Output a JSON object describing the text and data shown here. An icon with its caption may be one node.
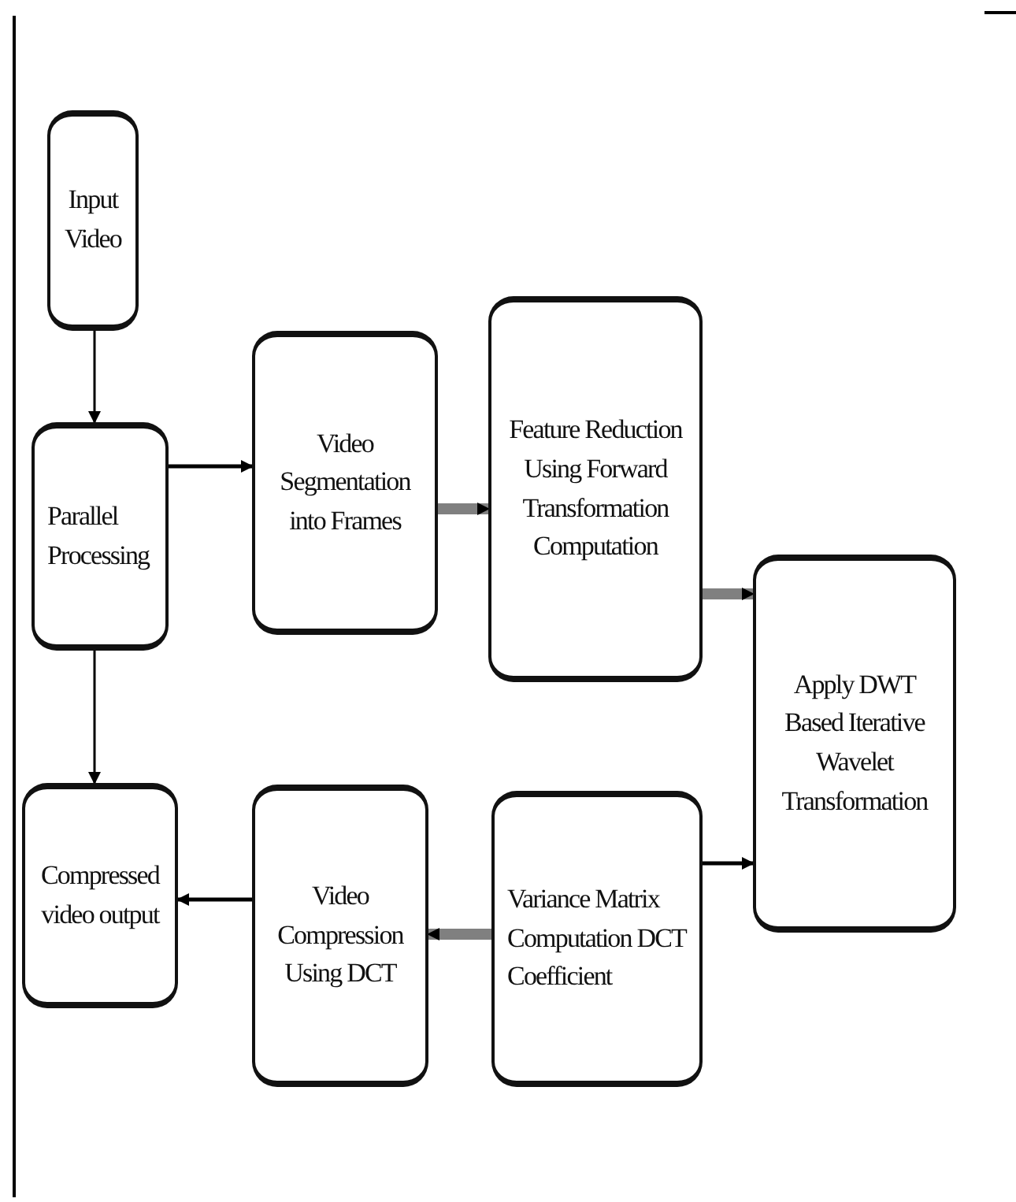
{
  "diagram": {
    "nodes": [
      {
        "text": [
          "Input Video"
        ]
      },
      {
        "text": [
          "Parallel Processing"
        ]
      },
      {
        "text": [
          "Video Segmentation into Frames"
        ]
      },
      {
        "text": [
          "Feature Reduction Using Forward Transformation Computation"
        ]
      },
      {
        "text": [
          "Apply DWT Based Iterative Wavelet Transformation"
        ]
      },
      {
        "text": [
          "Variance Matrix Computation DCT Coefficient"
        ]
      },
      {
        "text": [
          "Video Compression Using DCT"
        ]
      },
      {
        "text": [
          "Compressed video output"
        ]
      }
    ],
    "edges": [
      {
        "from": 0,
        "to": 1,
        "arrow": "to"
      },
      {
        "from": 1,
        "to": 2,
        "arrow": "to"
      },
      {
        "from": 2,
        "to": 3,
        "arrow": "to",
        "style": "thick",
        "color": "#808080"
      },
      {
        "from": 3,
        "to": 4,
        "arrow": "to",
        "style": "thick",
        "color": "#808080"
      },
      {
        "from": 5,
        "to": 4,
        "arrow": "to"
      },
      {
        "from": 5,
        "to": 6,
        "arrow": "to",
        "style": "thick",
        "color": "#808080"
      },
      {
        "from": 6,
        "to": 7,
        "arrow": "to"
      },
      {
        "from": 1,
        "to": 7,
        "arrow": "to"
      }
    ]
  }
}
